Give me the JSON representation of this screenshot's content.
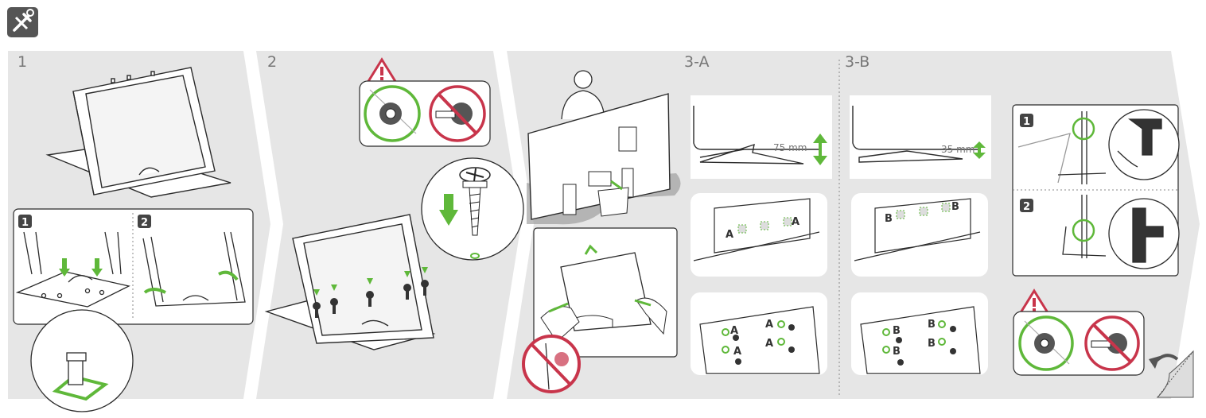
{
  "steps": {
    "s1": "1",
    "s2": "2",
    "s3a": "3-A",
    "s3b": "3-B"
  },
  "badges": {
    "one": "1",
    "two": "2"
  },
  "measurements": {
    "a": "75 mm",
    "b": "35 mm"
  },
  "hole_labels": {
    "a": "A",
    "b": "B"
  },
  "colors": {
    "panel": "#e6e6e6",
    "green": "#5fb83a",
    "red": "#c8354b",
    "line": "#2b2b2b",
    "icon_bg": "#555555"
  },
  "icons": {
    "header": "tools-icon",
    "warning": "warning-triangle-icon",
    "ok": "ok-circle-icon",
    "no": "prohibited-icon",
    "page_turn": "page-turn-icon"
  }
}
